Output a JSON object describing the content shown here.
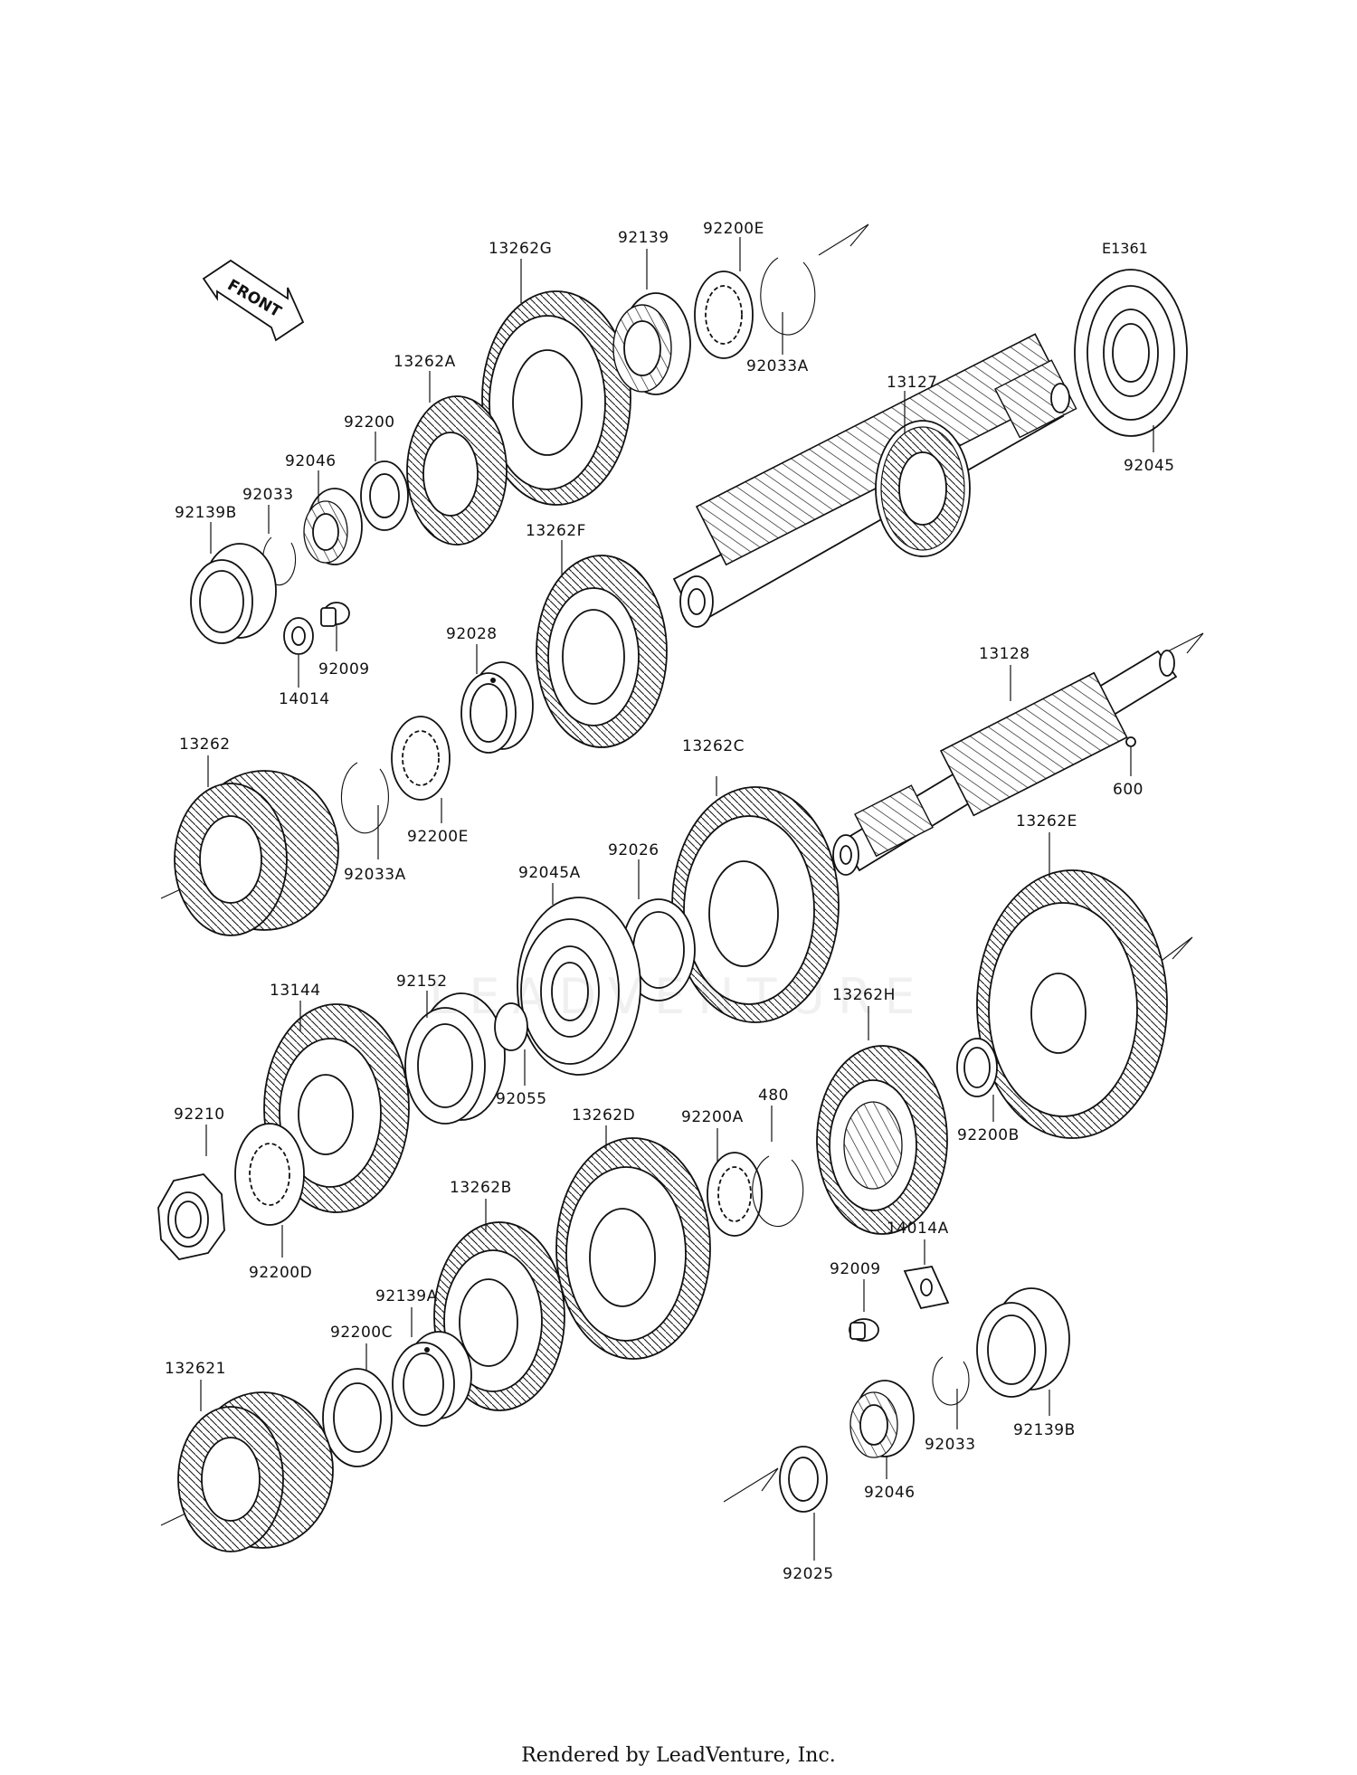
{
  "diagram": {
    "figure_ref": "E1361",
    "front_label": "FRONT",
    "watermark": "LEADVENTURE",
    "footer": "Rendered by LeadVenture, Inc.",
    "labels": {
      "p13262G": "13262G",
      "p92139": "92139",
      "p92200E_top": "92200E",
      "p92033A_top": "92033A",
      "p13262A": "13262A",
      "p92200": "92200",
      "p92046_top": "92046",
      "p92033_top": "92033",
      "p92139B_top": "92139B",
      "p14014": "14014",
      "p92009_top": "92009",
      "p13127": "13127",
      "p92045": "92045",
      "p13262F": "13262F",
      "p92028": "92028",
      "p13128": "13128",
      "p600": "600",
      "p13262": "13262",
      "p92033A_mid": "92033A",
      "p92200E_mid": "92200E",
      "p13262C": "13262C",
      "p92026": "92026",
      "p92045A": "92045A",
      "p13262E": "13262E",
      "p13144": "13144",
      "p92152": "92152",
      "p92055": "92055",
      "p13262H": "13262H",
      "p92210": "92210",
      "p92200D": "92200D",
      "p13262D": "13262D",
      "p92200A": "92200A",
      "p480": "480",
      "p92200B": "92200B",
      "p13262B": "13262B",
      "p14014A": "14014A",
      "p92009_bot": "92009",
      "p92200C": "92200C",
      "p92139A": "92139A",
      "p132621": "132621",
      "p92033_bot": "92033",
      "p92139B_bot": "92139B",
      "p92046_bot": "92046",
      "p92025": "92025"
    }
  }
}
